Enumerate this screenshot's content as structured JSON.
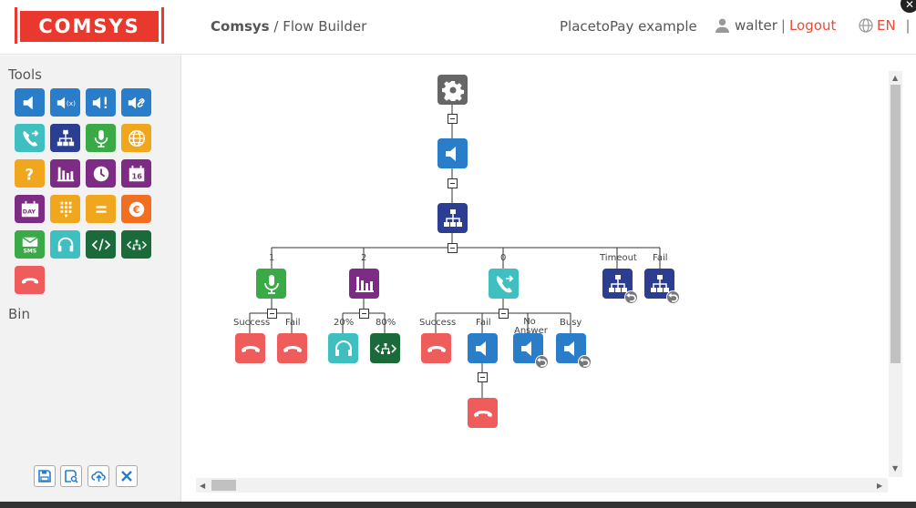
{
  "header": {
    "logo_text": "COMSYS",
    "brand": "Comsys",
    "brand_sep": "/",
    "page": "Flow Builder",
    "project": "PlacetoPay example",
    "username": "walter",
    "separator": "|",
    "logout": "Logout",
    "language": "EN",
    "lang_sep": "|"
  },
  "sidebar": {
    "tools_title": "Tools",
    "bin_title": "Bin"
  },
  "colors": {
    "blue": "#2a7dc9",
    "teal": "#40bfc1",
    "navy": "#2c3e91",
    "green": "#3aaa47",
    "orange": "#f0a71e",
    "purple": "#7e2b85",
    "darkgreen": "#1b6b3a",
    "red": "#ee5c5b",
    "gray": "#666666",
    "accent_red": "#e84c3d"
  },
  "flow": {
    "branch_labels": {
      "b1": "1",
      "b2": "2",
      "b0": "0",
      "timeout": "Timeout",
      "fail": "Fail",
      "mic_success": "Success",
      "mic_fail": "Fail",
      "split_20": "20%",
      "split_80": "80%",
      "dial_success": "Success",
      "dial_fail": "Fail",
      "dial_no_answer": "No Answer",
      "dial_busy": "Busy"
    }
  }
}
